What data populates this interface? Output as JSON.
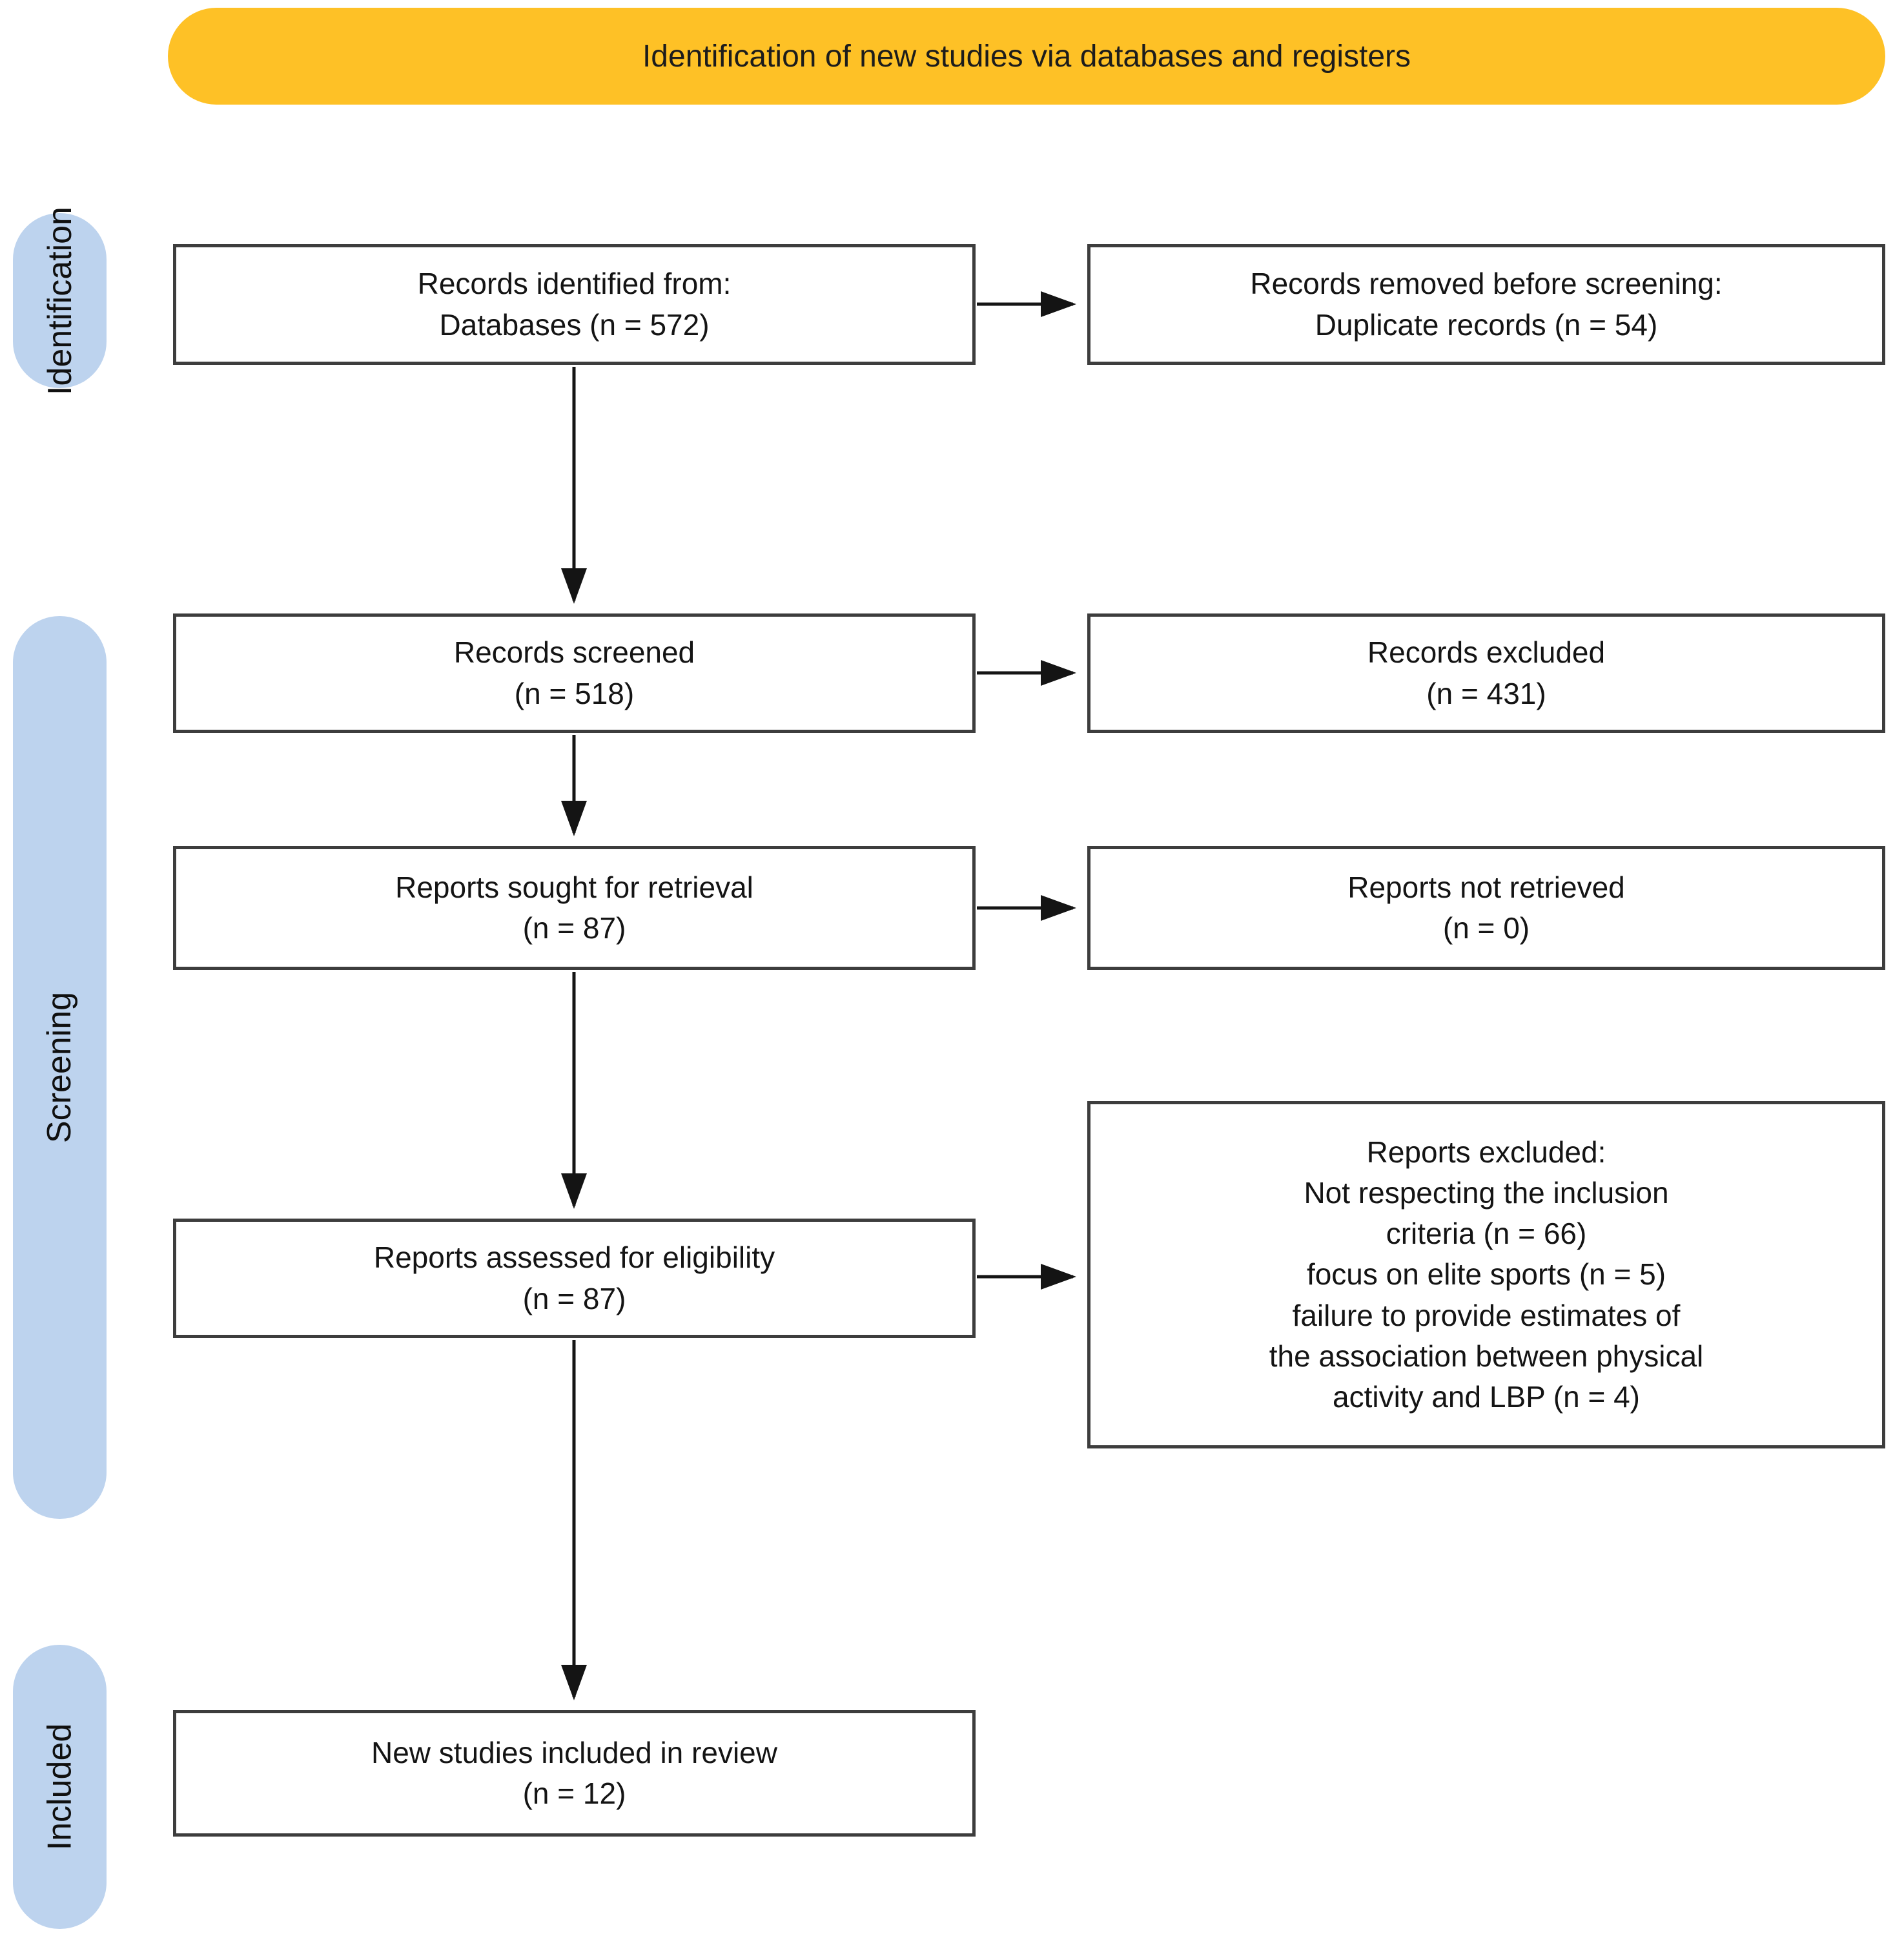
{
  "banner": {
    "label": "Identification of new studies via databases and registers"
  },
  "stages": [
    {
      "label": "Identification"
    },
    {
      "label": "Screening"
    },
    {
      "label": "Included"
    }
  ],
  "boxes": {
    "records_identified": {
      "lines": [
        "Records identified from:",
        "Databases (n = 572)"
      ]
    },
    "records_removed": {
      "lines": [
        "Records removed before screening:",
        "Duplicate records (n = 54)"
      ]
    },
    "records_screened": {
      "lines": [
        "Records screened",
        "(n = 518)"
      ]
    },
    "records_excluded": {
      "lines": [
        "Records excluded",
        "(n = 431)"
      ]
    },
    "reports_sought": {
      "lines": [
        "Reports sought for retrieval",
        "(n = 87)"
      ]
    },
    "reports_not_retrieved": {
      "lines": [
        "Reports not retrieved",
        "(n = 0)"
      ]
    },
    "reports_assessed": {
      "lines": [
        "Reports assessed for eligibility",
        "(n = 87)"
      ]
    },
    "reports_excluded": {
      "lines": [
        "Reports excluded:",
        "Not respecting the inclusion",
        "criteria (n = 66)",
        "focus on elite sports (n = 5)",
        "failure to provide estimates of",
        "the association between physical",
        "activity and LBP (n = 4)"
      ]
    },
    "new_studies_included": {
      "lines": [
        "New studies included in review",
        "(n = 12)"
      ]
    }
  },
  "colors": {
    "banner_bg": "#FEC126",
    "stage_bg": "#BDD3EE",
    "box_border": "#3D3D3D",
    "text": "#141414",
    "arrow": "#141414",
    "background": "#FFFFFF"
  }
}
